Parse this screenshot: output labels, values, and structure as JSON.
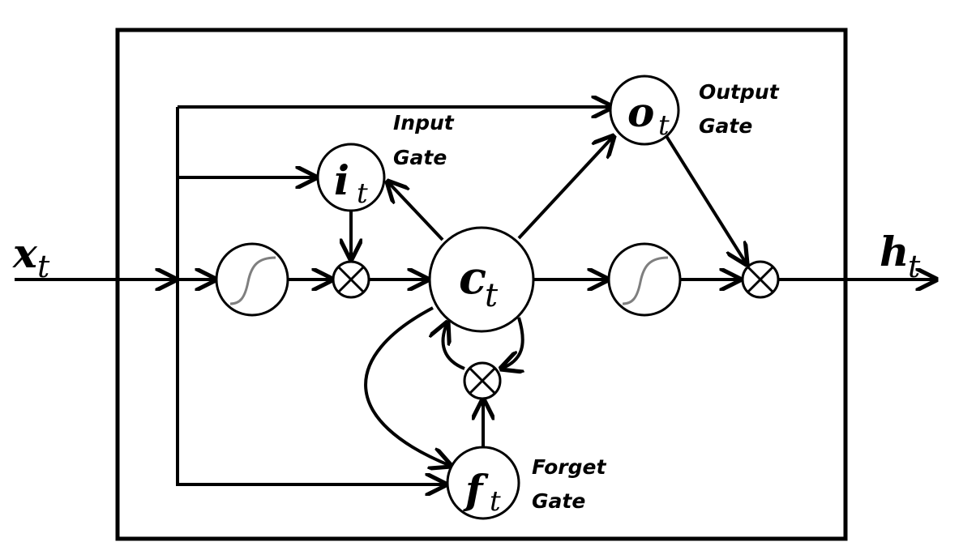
{
  "nodes": {
    "input_gate": {
      "main": "i",
      "sub": "t"
    },
    "output_gate": {
      "main": "o",
      "sub": "t"
    },
    "forget_gate": {
      "main": "f",
      "sub": "t"
    },
    "cell": {
      "main": "c",
      "sub": "t"
    }
  },
  "io": {
    "input": {
      "main": "x",
      "sub": "t"
    },
    "output": {
      "main": "h",
      "sub": "t"
    }
  },
  "labels": {
    "input_gate": [
      "Input",
      "Gate"
    ],
    "output_gate": [
      "Output",
      "Gate"
    ],
    "forget_gate": [
      "Forget",
      "Gate"
    ]
  },
  "colors": {
    "stroke": "#000000",
    "sigmoid_curve": "#7f7f7f",
    "background": "#ffffff"
  },
  "icons": {
    "multiply": "circled-times-icon",
    "activation": "sigmoid-icon"
  }
}
